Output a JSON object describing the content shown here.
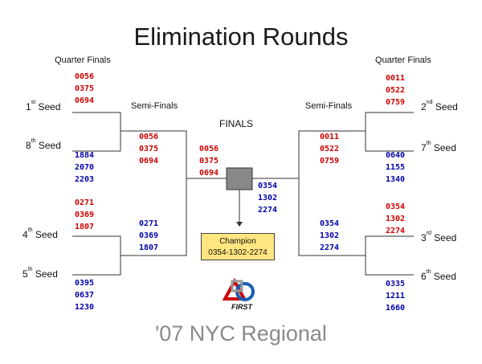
{
  "title": "Elimination Rounds",
  "footer": "'07 NYC Regional",
  "finals_label": "FINALS",
  "champion": {
    "label": "Champion",
    "teams": "0354-1302-2274"
  },
  "logo": {
    "word": "FIRST",
    "colors": [
      "#cc0000",
      "#1a5fb4",
      "#9a9a9a"
    ]
  },
  "headers": {
    "left_quarter": "Quarter Finals",
    "right_quarter": "Quarter Finals",
    "left_semi": "Semi-Finals",
    "right_semi": "Semi-Finals"
  },
  "seeds": [
    {
      "num": "1",
      "suffix": "st",
      "text": "Seed"
    },
    {
      "num": "8",
      "suffix": "th",
      "text": "Seed"
    },
    {
      "num": "4",
      "suffix": "th",
      "text": "Seed"
    },
    {
      "num": "5",
      "suffix": "th",
      "text": "Seed"
    },
    {
      "num": "2",
      "suffix": "nd",
      "text": "Seed"
    },
    {
      "num": "7",
      "suffix": "th",
      "text": "Seed"
    },
    {
      "num": "3",
      "suffix": "rd",
      "text": "Seed"
    },
    {
      "num": "6",
      "suffix": "th",
      "text": "Seed"
    }
  ],
  "alliances": {
    "q1": [
      "0056",
      "0375",
      "0694"
    ],
    "q8": [
      "1884",
      "2070",
      "2203"
    ],
    "q4": [
      "0271",
      "0369",
      "1807"
    ],
    "q5": [
      "0395",
      "0637",
      "1230"
    ],
    "q2": [
      "0011",
      "0522",
      "0759"
    ],
    "q7": [
      "0640",
      "1155",
      "1340"
    ],
    "q3": [
      "0354",
      "1302",
      "2274"
    ],
    "q6": [
      "0335",
      "1211",
      "1660"
    ],
    "semi_left_top": [
      "0056",
      "0375",
      "0694"
    ],
    "semi_left_bottom": [
      "0271",
      "0369",
      "1807"
    ],
    "semi_right_top": [
      "0011",
      "0522",
      "0759"
    ],
    "semi_right_bottom": [
      "0354",
      "1302",
      "2274"
    ],
    "final_left": [
      "0056",
      "0375",
      "0694"
    ],
    "final_right": [
      "0354",
      "1302",
      "2274"
    ]
  },
  "colors": {
    "red_alliance": "#cc0000",
    "blue_alliance": "#0000aa",
    "champion_box": "#ffe680",
    "trophy": "#888888"
  }
}
